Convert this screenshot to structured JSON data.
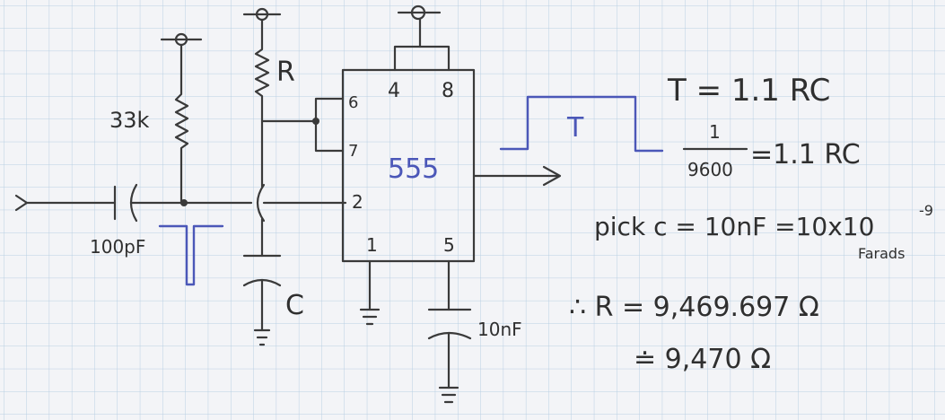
{
  "colors": {
    "paper": "#f3f4f7",
    "grid": "#b8cfe3",
    "ink": "#3a3a3a",
    "blue_ink": "#4b57b8"
  },
  "labels": {
    "r": "R",
    "r_bias": "33k",
    "c_input": "100pF",
    "c_timing": "C",
    "c_control": "10nF",
    "chip": "555",
    "pin4": "4",
    "pin8": "8",
    "pin6": "6",
    "pin7": "7",
    "pin2": "2",
    "pin1": "1",
    "pin5": "5",
    "period": "T"
  },
  "equations": {
    "line1": "T = 1.1 RC",
    "frac_num": "1",
    "frac_den": "9600",
    "line2_rhs": "=1.1 RC",
    "line3": "pick c = 10nF =10x10",
    "line3_exp": "-9",
    "line3_unit": "Farads",
    "line4": "∴ R = 9,469.697 Ω",
    "line5": "≐ 9,470 Ω"
  }
}
